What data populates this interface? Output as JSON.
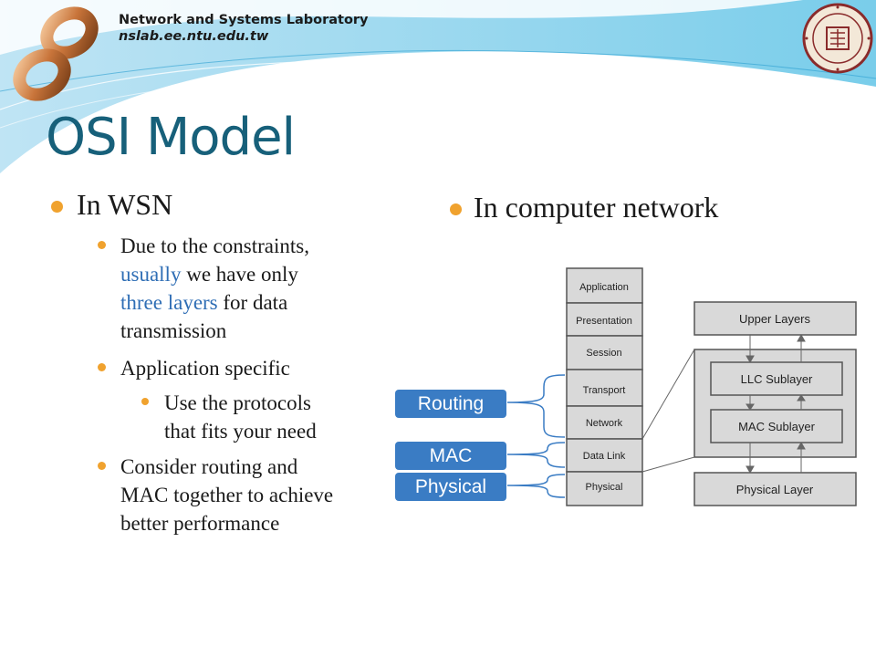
{
  "header": {
    "lab_name": "Network and Systems Laboratory",
    "lab_url": "nslab.ee.ntu.edu.tw"
  },
  "slide": {
    "title": "OSI Model",
    "left": {
      "heading": "In WSN",
      "b1_line1": "Due to the constraints,",
      "b1_line2a": "usually",
      "b1_line2b": " we have only",
      "b1_line3a": "three layers",
      "b1_line3b": " for data",
      "b1_line4": "transmission",
      "b2": "Application specific",
      "b2_sub_line1": "Use the protocols",
      "b2_sub_line2": "that fits your need",
      "b3_line1": "Consider routing and",
      "b3_line2": "MAC together to achieve",
      "b3_line3": "better performance"
    },
    "right": {
      "heading": "In computer network"
    }
  },
  "diagram": {
    "osi_layers": [
      "Application",
      "Presentation",
      "Session",
      "Transport",
      "Network",
      "Data Link",
      "Physical"
    ],
    "ieee_layers": {
      "upper": "Upper Layers",
      "llc": "LLC Sublayer",
      "mac": "MAC Sublayer",
      "physical": "Physical Layer"
    },
    "wsn_labels": [
      "Routing",
      "MAC",
      "Physical"
    ],
    "colors": {
      "label_fill": "#3a7cc4",
      "box_fill": "#d9d9d9",
      "bracket": "#3a7cc4"
    }
  }
}
